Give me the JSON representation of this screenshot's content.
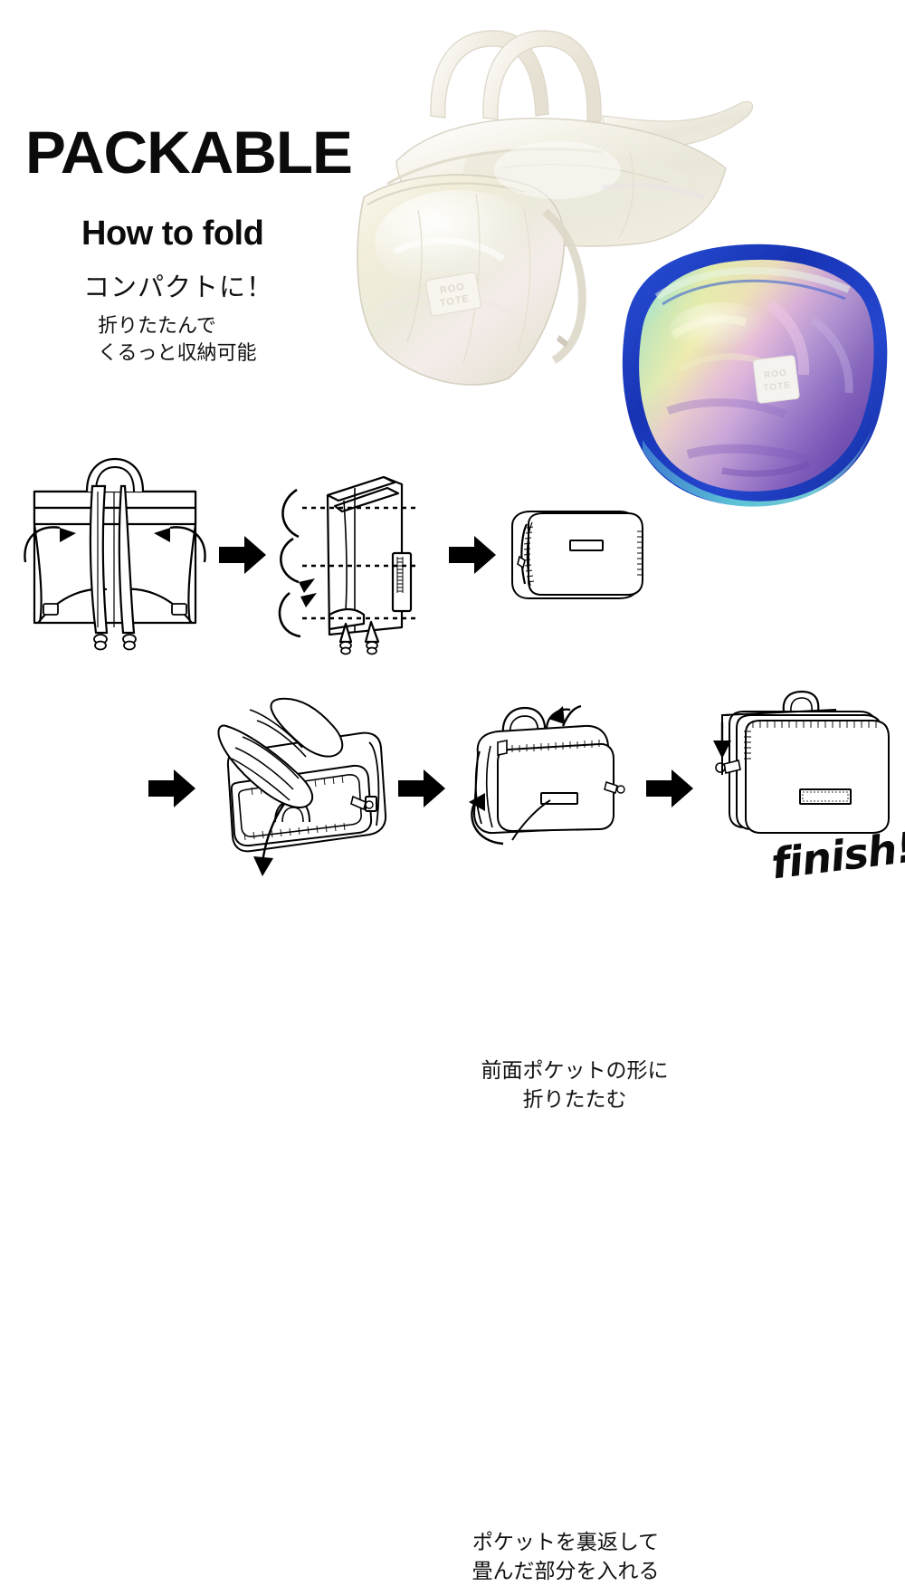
{
  "page": {
    "background_color": "#ffffff",
    "text_color": "#111111"
  },
  "headline": {
    "title": "PACKABLE",
    "subtitle": "How to fold",
    "jp_lead": "コンパクトに！",
    "jp_detail_line1": "折りたたんで",
    "jp_detail_line2": "くるっと収納可能"
  },
  "photos": [
    {
      "name": "tote-bag-photo",
      "description": "white pearlescent iridescent packable tote bag, unfolded, with twin handles",
      "brand_patch": "ROO TOTE",
      "colors": {
        "body": "#f3f0e6",
        "highlight": "#ffffff",
        "shadow": "#ddd9cd",
        "tint_pink": "#f2e2e6",
        "tint_green": "#e8eedd"
      }
    },
    {
      "name": "folded-pouch-photo",
      "description": "folded holographic pouch with blue trim and rainbow iridescent face",
      "brand_patch": "ROO TOTE",
      "colors": {
        "trim": "#1b3fc4",
        "trim_dark": "#12269b",
        "teal": "#6fd6da",
        "yellow": "#e9ebae",
        "pink": "#d9a7d6",
        "purple": "#8a6fc0",
        "deep_purple": "#6d4fa8"
      }
    }
  ],
  "steps_row1": [
    {
      "id": "step-1",
      "name": "step-backpack-front",
      "description": "backpack seen from back with shoulder straps; curved arrows fold both side panels inward"
    },
    {
      "id": "step-2",
      "name": "step-folded-narrow",
      "description": "narrow folded bag with three dotted fold lines and curved arrows folding it down; side zipper visible"
    },
    {
      "id": "step-3",
      "name": "step-flat-pouch",
      "description": "flat rectangular pouch with zipper around the edge and a small rectangular label"
    }
  ],
  "steps_row2": [
    {
      "id": "step-4",
      "name": "step-hands-press",
      "description": "two hands pressing and turning the front pocket inside out; downward curved arrow"
    },
    {
      "id": "step-5",
      "name": "step-tuck-in",
      "description": "pouch with handles showing the folded part being tucked into the inverted pocket; two curved arrows"
    },
    {
      "id": "step-6",
      "name": "step-finished-pouch",
      "description": "finished compact flat pouch, zipper closed, handles on top, stitched label on front"
    }
  ],
  "captions": {
    "row1": "前面ポケットの形に\n折りたたむ",
    "row2": "ポケットを裏返して\n畳んだ部分を入れる"
  },
  "finish_label": "finish!",
  "arrows": {
    "glyph": "solid-right-arrow",
    "color": "#000000",
    "count": 4
  }
}
